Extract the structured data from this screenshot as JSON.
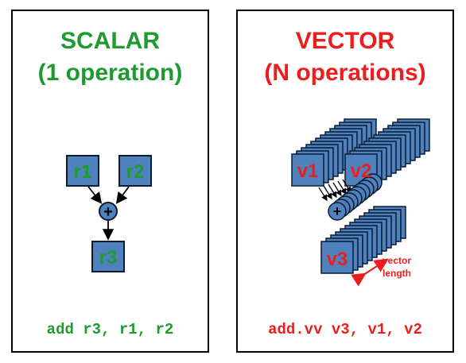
{
  "colors": {
    "scalar_accent": "#1e9b2e",
    "vector_accent": "#ee1c1c",
    "register_fill": "#4f81bd",
    "register_stroke": "#0a1a33",
    "scalar_reg_text": "#1e9b2e",
    "vector_reg_text": "#ee1c1c"
  },
  "scalar": {
    "title_line1": "SCALAR",
    "title_line2": "(1 operation)",
    "registers": {
      "src1": "r1",
      "src2": "r2",
      "dest": "r3"
    },
    "operator": "+",
    "instruction": "add r3, r1, r2"
  },
  "vector": {
    "title_line1": "VECTOR",
    "title_line2": "(N operations)",
    "registers": {
      "src1": "v1",
      "src2": "v2",
      "dest": "v3"
    },
    "operator": "+",
    "length_label_line1": "vector",
    "length_label_line2": "length",
    "instruction": "add.vv v3, v1, v2"
  }
}
